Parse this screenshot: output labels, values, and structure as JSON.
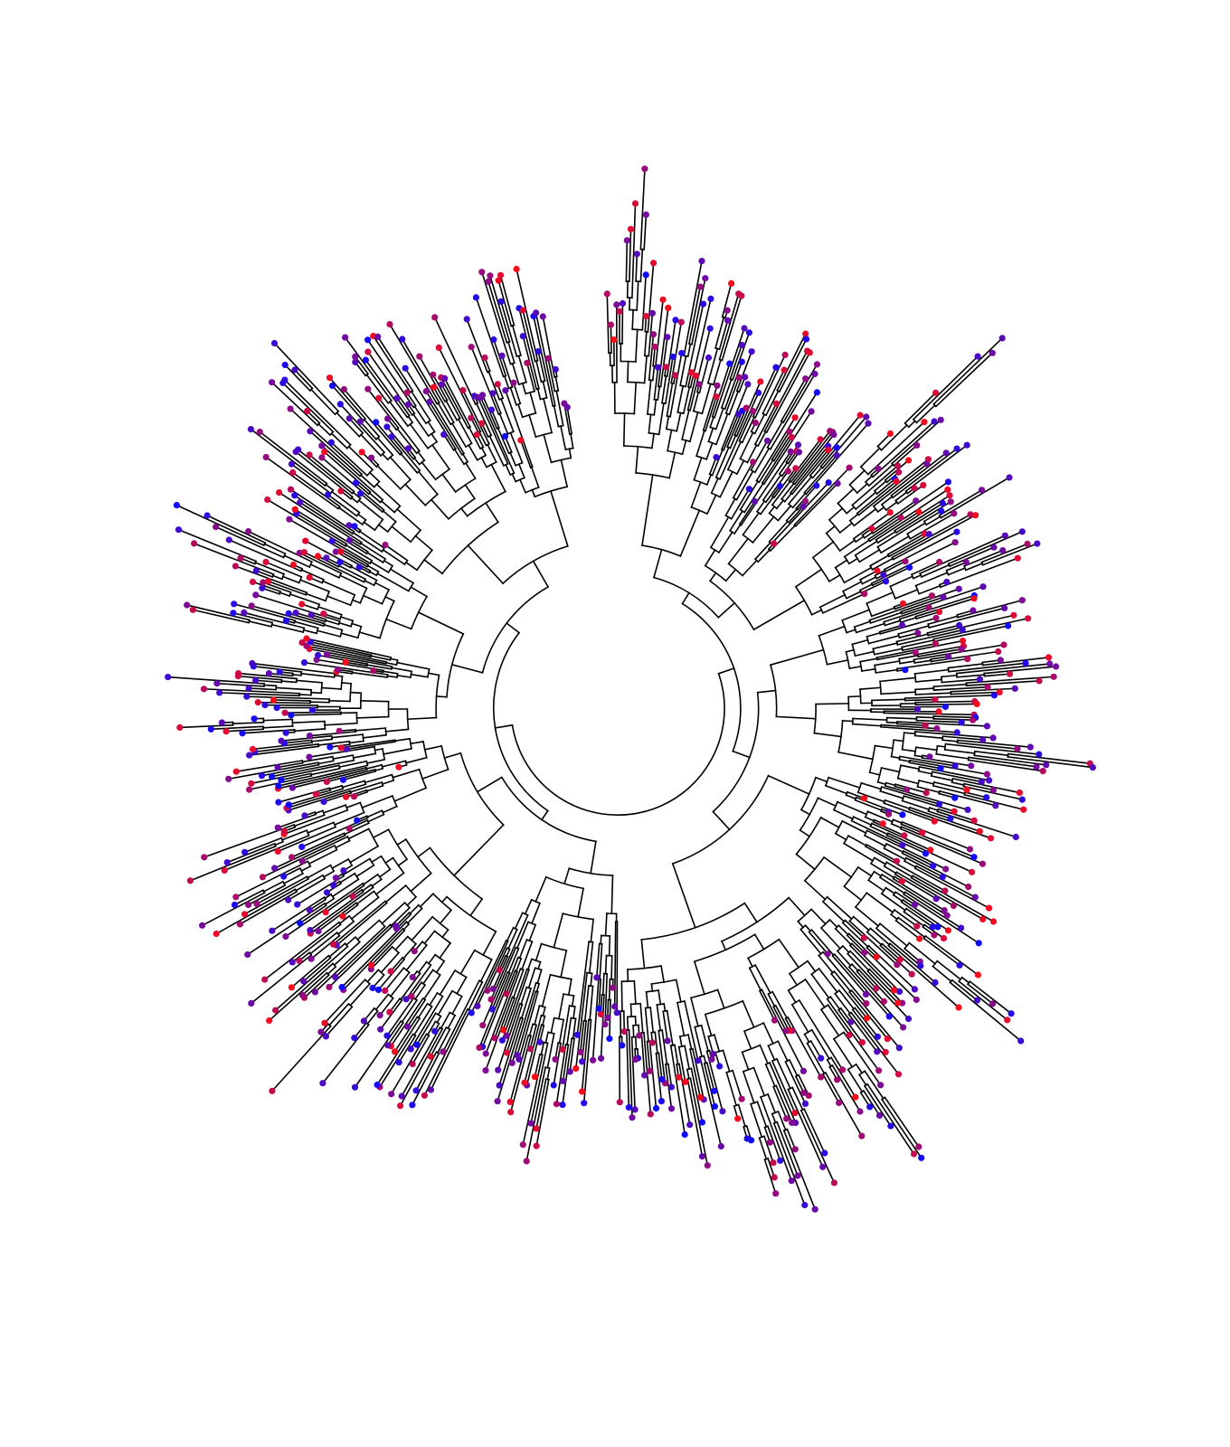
{
  "figure": {
    "type": "circular-phylogenetic-tree",
    "layout": "fan",
    "background": "#ffffff",
    "branch_color": "#000000",
    "tip_color_scale": {
      "low": "#0a0aff",
      "mid": "#7a0a9a",
      "high": "#ff0a14"
    },
    "title": "",
    "legend": "none"
  },
  "clades": [
    {
      "id": "clade-top-right",
      "tips": 70,
      "spread": 0.7
    },
    {
      "id": "clade-right",
      "tips": 85,
      "spread": 0.8
    },
    {
      "id": "clade-lower-right",
      "tips": 95,
      "spread": 0.8
    },
    {
      "id": "clade-bottom",
      "tips": 170,
      "spread": 0.9
    },
    {
      "id": "clade-left-lower",
      "tips": 60,
      "spread": 0.5
    },
    {
      "id": "clade-left",
      "tips": 130,
      "spread": 0.8
    },
    {
      "id": "clade-upper-left",
      "tips": 95,
      "spread": 0.8
    },
    {
      "id": "clade-top",
      "tips": 110,
      "spread": 0.8
    }
  ]
}
